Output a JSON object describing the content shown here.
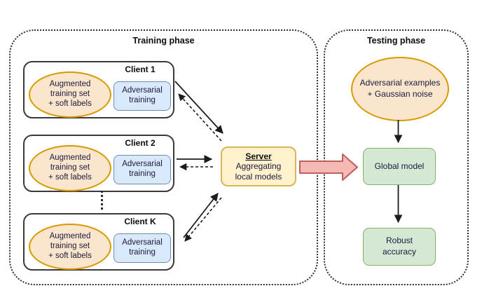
{
  "training": {
    "title": "Training phase",
    "clients": [
      {
        "name": "Client 1",
        "dataset": "Augmented\ntraining set\n+ soft labels",
        "process": "Adversarial\ntraining"
      },
      {
        "name": "Client 2",
        "dataset": "Augmented\ntraining set\n+ soft labels",
        "process": "Adversarial\ntraining"
      },
      {
        "name": "Client K",
        "dataset": "Augmented\ntraining set\n+ soft labels",
        "process": "Adversarial\ntraining"
      }
    ],
    "server": {
      "title": "Server",
      "subtitle": "Aggregating\nlocal models"
    }
  },
  "testing": {
    "title": "Testing phase",
    "input": "Adversarial examples\n+ Gaussian noise",
    "model": "Global model",
    "result": "Robust\naccuracy"
  },
  "colors": {
    "dataset_fill": "#FBE5CC",
    "dataset_border": "#D79B00",
    "process_fill": "#DAE8FC",
    "process_border": "#6C8EBF",
    "server_fill": "#FFF2CC",
    "server_border": "#D6B656",
    "model_fill": "#D5E8D4",
    "model_border": "#82B366",
    "transfer_fill": "#F4B9B3",
    "transfer_border": "#BF605C",
    "text": "#1A1A3E"
  }
}
